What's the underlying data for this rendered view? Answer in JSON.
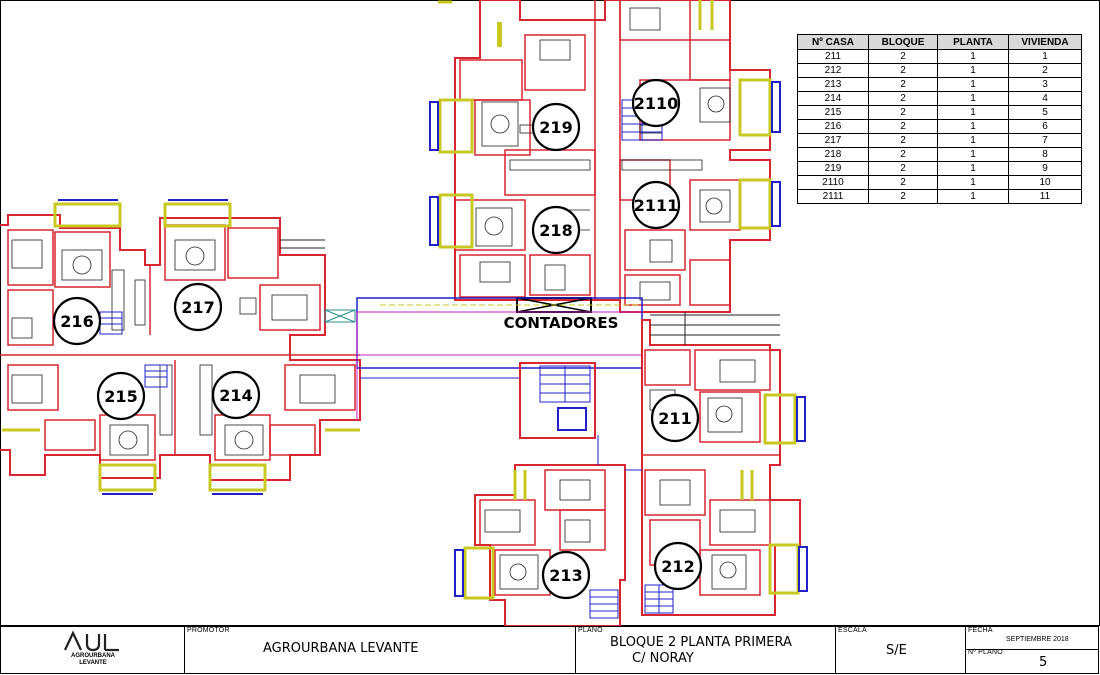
{
  "units": [
    {
      "id": "u219",
      "label": "219"
    },
    {
      "id": "u2110",
      "label": "2110"
    },
    {
      "id": "u218",
      "label": "218"
    },
    {
      "id": "u2111",
      "label": "2111"
    },
    {
      "id": "u216",
      "label": "216"
    },
    {
      "id": "u217",
      "label": "217"
    },
    {
      "id": "u215",
      "label": "215"
    },
    {
      "id": "u214",
      "label": "214"
    },
    {
      "id": "u211",
      "label": "211"
    },
    {
      "id": "u213",
      "label": "213"
    },
    {
      "id": "u212",
      "label": "212"
    }
  ],
  "contadores_label": "CONTADORES",
  "schedule": {
    "headers": [
      "Nº CASA",
      "BLOQUE",
      "PLANTA",
      "VIVIENDA"
    ],
    "rows": [
      [
        "211",
        "2",
        "1",
        "1"
      ],
      [
        "212",
        "2",
        "1",
        "2"
      ],
      [
        "213",
        "2",
        "1",
        "3"
      ],
      [
        "214",
        "2",
        "1",
        "4"
      ],
      [
        "215",
        "2",
        "1",
        "5"
      ],
      [
        "216",
        "2",
        "1",
        "6"
      ],
      [
        "217",
        "2",
        "1",
        "7"
      ],
      [
        "218",
        "2",
        "1",
        "8"
      ],
      [
        "219",
        "2",
        "1",
        "9"
      ],
      [
        "2110",
        "2",
        "1",
        "10"
      ],
      [
        "2111",
        "2",
        "1",
        "11"
      ]
    ]
  },
  "titleblock": {
    "logo_line1": "AGROURBANA",
    "logo_line2": "LEVANTE",
    "promotor_label": "PROMOTOR",
    "promotor_value": "AGROURBANA LEVANTE",
    "plano_label": "PLANO",
    "plano_line1": "BLOQUE 2 PLANTA PRIMERA",
    "plano_line2": "C/ NORAY",
    "escala_label": "ESCALA",
    "escala_value": "S/E",
    "fecha_label": "FECHA",
    "fecha_value": "SEPTIEMBRE 2018",
    "nplano_label": "Nº PLANO",
    "nplano_value": "5"
  },
  "colors": {
    "wall": "#d9252f",
    "furniture": "#222222",
    "window": "#2020c8",
    "sill": "#c8c820",
    "corridor": "#c020c0",
    "stair": "#2020c8"
  }
}
